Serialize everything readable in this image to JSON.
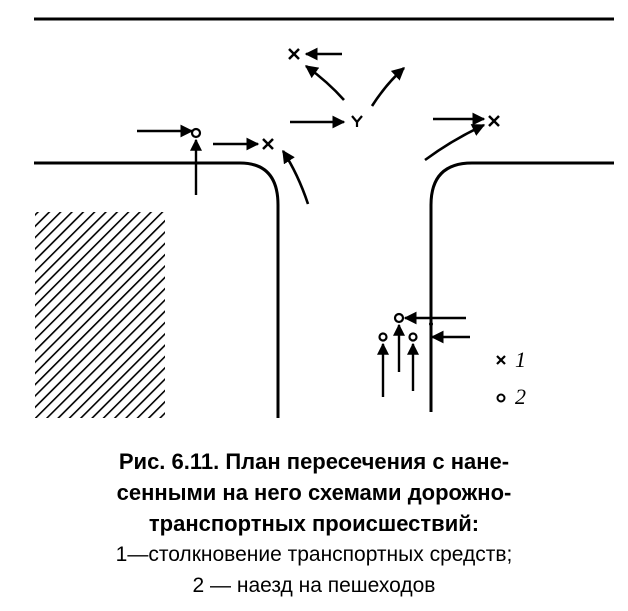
{
  "legend": [
    {
      "symbol": "cross",
      "label": "1"
    },
    {
      "symbol": "circle",
      "label": "2"
    }
  ],
  "caption": {
    "line1": "Рис. 6.11. План пересечения с нане-",
    "line2": "сенными на него схемами дорожно-",
    "line3": "транспортных происшествий:",
    "line4": "1—столкновение  транспортных средств;",
    "line5": "2 — наезд на пешеходов"
  },
  "colors": {
    "ink": "#000000",
    "background": "#ffffff"
  }
}
